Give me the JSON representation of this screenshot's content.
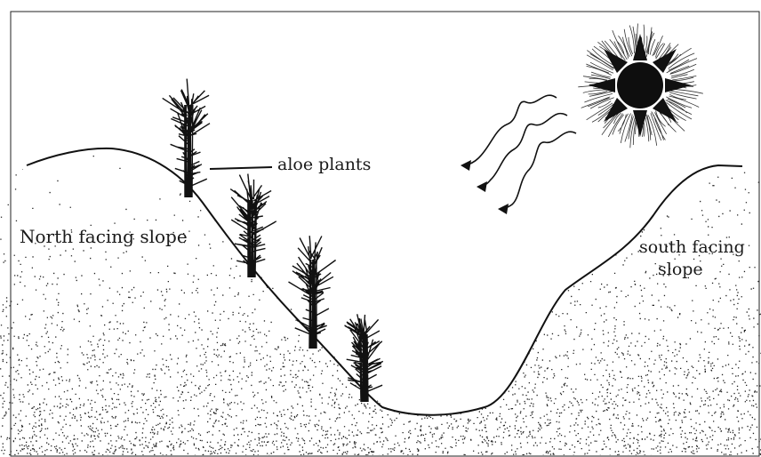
{
  "labels": {
    "aloe_plants": "aloe plants",
    "north_slope": "North facing slope",
    "south_slope_line1": "south facing",
    "south_slope_line2": "slope"
  },
  "colors": {
    "ink": "#111111",
    "background": "#ffffff"
  },
  "icons": [
    "sun-icon",
    "aloe-plant-icon",
    "heat-wave-arrow-icon"
  ]
}
